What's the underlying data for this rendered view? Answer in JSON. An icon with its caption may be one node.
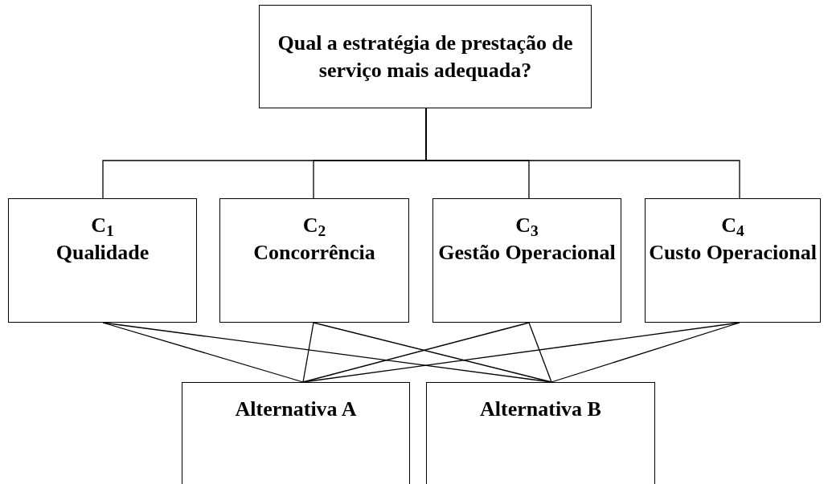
{
  "diagram": {
    "nodes": [
      {
        "text": [
          "Qual a estratégia de prestação de serviço mais adequada?"
        ]
      },
      {
        "text": [
          "C$_{1}$",
          "Qualidade"
        ]
      },
      {
        "text": [
          "C$_{2}$",
          "Concorrência"
        ]
      },
      {
        "text": [
          "C$_{3}$",
          "Gestão Operacional"
        ]
      },
      {
        "text": [
          "C$_{4}$",
          "Custo Operacional"
        ]
      },
      {
        "text": [
          "Alternativa A"
        ]
      },
      {
        "text": [
          "Alternativa B"
        ]
      }
    ],
    "edges": [
      {
        "from": 0,
        "to": 1,
        "arrow": "none"
      },
      {
        "from": 0,
        "to": 2,
        "arrow": "none"
      },
      {
        "from": 0,
        "to": 3,
        "arrow": "none"
      },
      {
        "from": 0,
        "to": 4,
        "arrow": "none"
      },
      {
        "from": 1,
        "to": 5,
        "arrow": "none"
      },
      {
        "from": 1,
        "to": 6,
        "arrow": "none"
      },
      {
        "from": 2,
        "to": 5,
        "arrow": "none"
      },
      {
        "from": 2,
        "to": 6,
        "arrow": "none"
      },
      {
        "from": 3,
        "to": 5,
        "arrow": "none"
      },
      {
        "from": 3,
        "to": 6,
        "arrow": "none"
      },
      {
        "from": 4,
        "to": 5,
        "arrow": "none"
      },
      {
        "from": 4,
        "to": 6,
        "arrow": "none"
      }
    ]
  }
}
